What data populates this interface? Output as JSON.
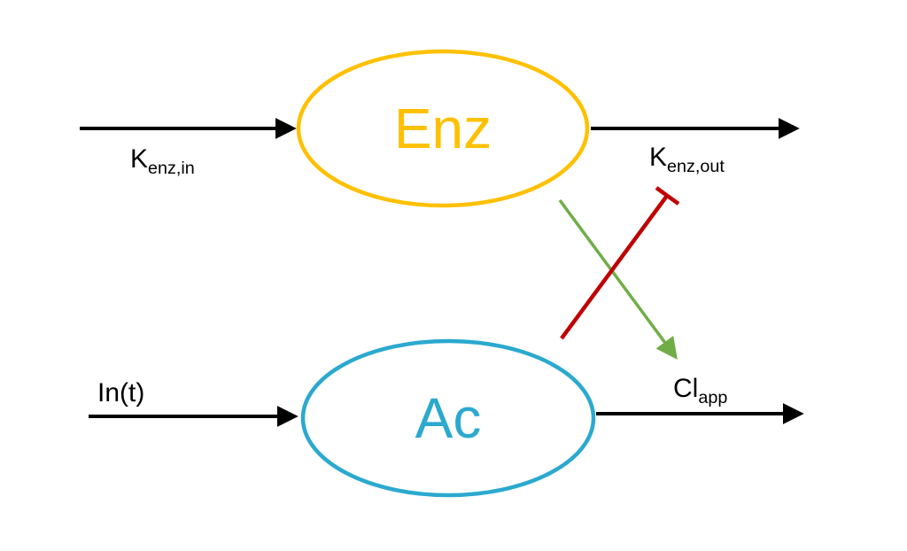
{
  "diagram": {
    "nodes": {
      "enz": {
        "label": "Enz",
        "color": "#FFC000"
      },
      "ac": {
        "label": "Ac",
        "color": "#2BA9CF"
      }
    },
    "labels": {
      "k_enz_in": {
        "base": "K",
        "sub": "enz,in"
      },
      "k_enz_out": {
        "base": "K",
        "sub": "enz,out"
      },
      "in_t": {
        "base": "In(t)"
      },
      "cl_app": {
        "base": "Cl",
        "sub": "app"
      }
    },
    "colors": {
      "flow_arrow": "#000000",
      "stimulation": "#70AD47",
      "inhibition": "#C00000"
    }
  }
}
